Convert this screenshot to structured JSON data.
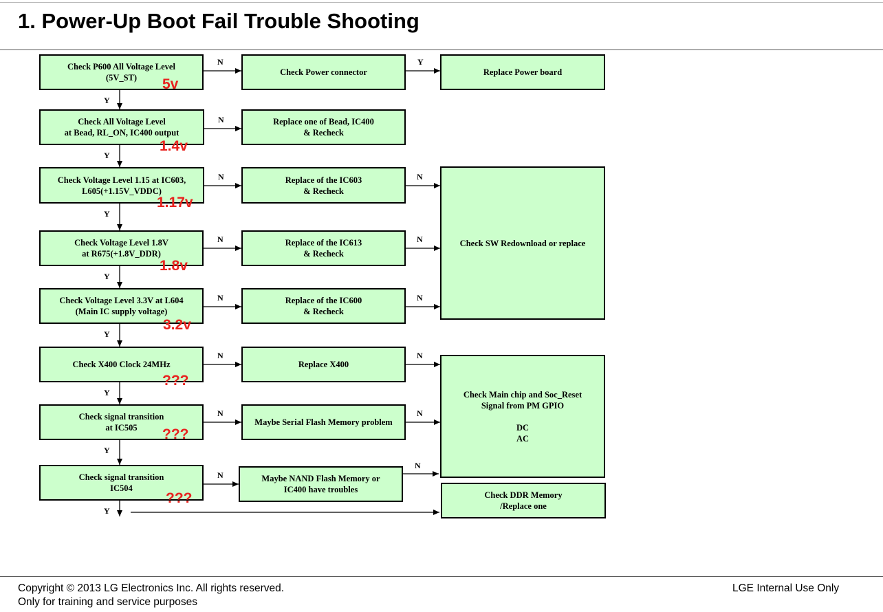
{
  "slide": {
    "title": "1. Power-Up Boot Fail Trouble Shooting"
  },
  "flowchart": {
    "checks": [
      "Check P600 All Voltage Level\n(5V_ST)",
      "Check All Voltage Level\nat Bead, RL_ON, IC400 output",
      "Check Voltage Level 1.15 at IC603,\nL605(+1.15V_VDDC)",
      "Check Voltage Level 1.8V\nat  R675(+1.8V_DDR)",
      "Check Voltage Level 3.3V at  L604\n(Main IC supply voltage)",
      "Check X400 Clock 24MHz",
      "Check signal transition\nat IC505",
      "Check signal transition\nIC504"
    ],
    "actions": [
      "Check Power connector",
      "Replace one of Bead, IC400\n& Recheck",
      "Replace of the IC603\n& Recheck",
      "Replace of the IC613\n& Recheck",
      "Replace of the IC600\n& Recheck",
      "Replace X400",
      "Maybe Serial Flash Memory problem",
      "Maybe NAND Flash Memory or\nIC400  have troubles"
    ],
    "outcomes": {
      "replace_power_board": "Replace Power board",
      "sw_redownload": "Check SW Redownload or replace",
      "main_chip_reset": "Check  Main chip and Soc_Reset\nSignal from PM GPIO\n\nDC\nAC",
      "ddr_memory": "Check  DDR Memory\n/Replace one"
    },
    "yes_label": "Y",
    "no_label": "N"
  },
  "measurements": [
    "5v",
    "1.4v",
    "1.17v",
    "1.8v",
    "3.2v",
    "???",
    "???",
    "???"
  ],
  "footer": {
    "copyright": "Copyright ©  2013 LG Electronics Inc. All rights reserved.",
    "training": "Only for training and service purposes",
    "internal": "LGE Internal Use Only"
  }
}
